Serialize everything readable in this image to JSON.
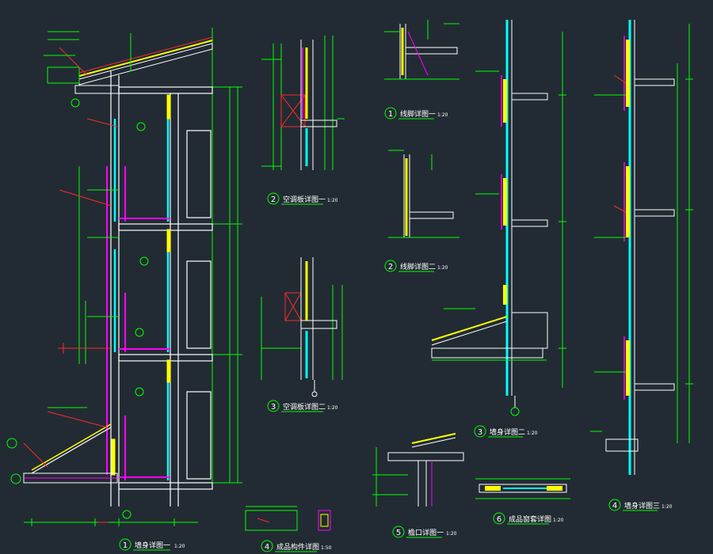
{
  "colors": {
    "background": "#222b33",
    "wall": "#ffffff",
    "glass": "#00ffff",
    "insulation": "#ffff00",
    "frame": "#ff00ff",
    "dimension": "#00ff00",
    "leader": "#ff2a2a",
    "label": "#ffffff"
  },
  "details": [
    {
      "id": "d1",
      "number": "1",
      "title": "墙身详图一",
      "scale": "1:20"
    },
    {
      "id": "d4",
      "number": "4",
      "title": "成品构件详图",
      "scale": "1:50"
    },
    {
      "id": "d2",
      "number": "2",
      "title": "空调板详图一",
      "scale": "1:20"
    },
    {
      "id": "d3",
      "number": "3",
      "title": "空调板详图二",
      "scale": "1:20"
    },
    {
      "id": "e1",
      "number": "1",
      "title": "线脚详图一",
      "scale": "1:20"
    },
    {
      "id": "e2",
      "number": "2",
      "title": "线脚详图二",
      "scale": "1:20"
    },
    {
      "id": "e3",
      "number": "3",
      "title": "墙身详图二",
      "scale": "1:20"
    },
    {
      "id": "e4",
      "number": "4",
      "title": "墙身详图三",
      "scale": "1:20"
    },
    {
      "id": "e5",
      "number": "5",
      "title": "檐口详图一",
      "scale": "1:20"
    },
    {
      "id": "e6",
      "number": "6",
      "title": "成品窗套详图",
      "scale": "1:20"
    }
  ]
}
